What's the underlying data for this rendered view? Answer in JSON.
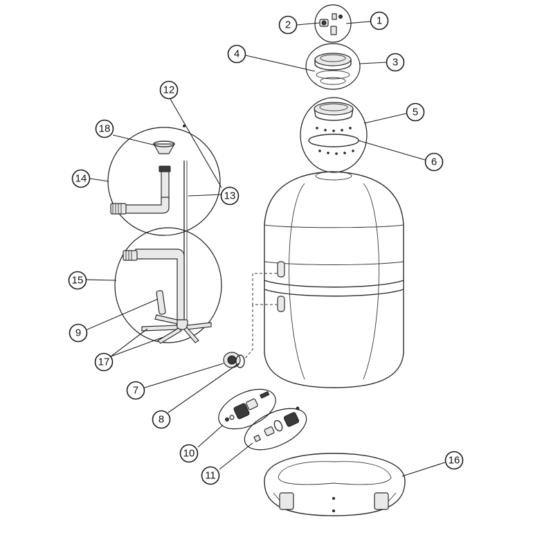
{
  "diagram": {
    "callouts": [
      {
        "id": "1",
        "label": "1"
      },
      {
        "id": "2",
        "label": "2"
      },
      {
        "id": "3",
        "label": "3"
      },
      {
        "id": "4",
        "label": "4"
      },
      {
        "id": "5",
        "label": "5"
      },
      {
        "id": "6",
        "label": "6"
      },
      {
        "id": "7",
        "label": "7"
      },
      {
        "id": "8",
        "label": "8"
      },
      {
        "id": "9",
        "label": "9"
      },
      {
        "id": "10",
        "label": "10"
      },
      {
        "id": "11",
        "label": "11"
      },
      {
        "id": "12",
        "label": "12"
      },
      {
        "id": "13",
        "label": "13"
      },
      {
        "id": "14",
        "label": "14"
      },
      {
        "id": "15",
        "label": "15"
      },
      {
        "id": "16",
        "label": "16"
      },
      {
        "id": "17",
        "label": "17"
      },
      {
        "id": "18",
        "label": "18"
      }
    ],
    "colors": {
      "line": "#1a1a1a",
      "background": "#ffffff",
      "fill": "#e9e9e9"
    }
  }
}
